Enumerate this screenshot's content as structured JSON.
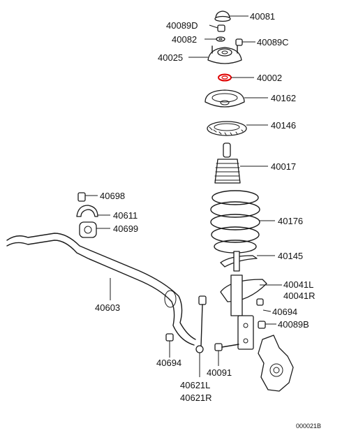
{
  "diagram": {
    "highlight_color": "#e00000",
    "labels": {
      "p40081": "40081",
      "p40089D": "40089D",
      "p40082": "40082",
      "p40089C": "40089C",
      "p40025": "40025",
      "p40002": "40002",
      "p40162": "40162",
      "p40146": "40146",
      "p40017": "40017",
      "p40698": "40698",
      "p40611": "40611",
      "p40699": "40699",
      "p40176": "40176",
      "p40145": "40145",
      "p40041L": "40041L",
      "p40041R": "40041R",
      "p40603": "40603",
      "p40694a": "40694",
      "p40089B": "40089B",
      "p40694b": "40694",
      "p40091": "40091",
      "p40621L": "40621L",
      "p40621R": "40621R",
      "code": "000021B"
    }
  }
}
